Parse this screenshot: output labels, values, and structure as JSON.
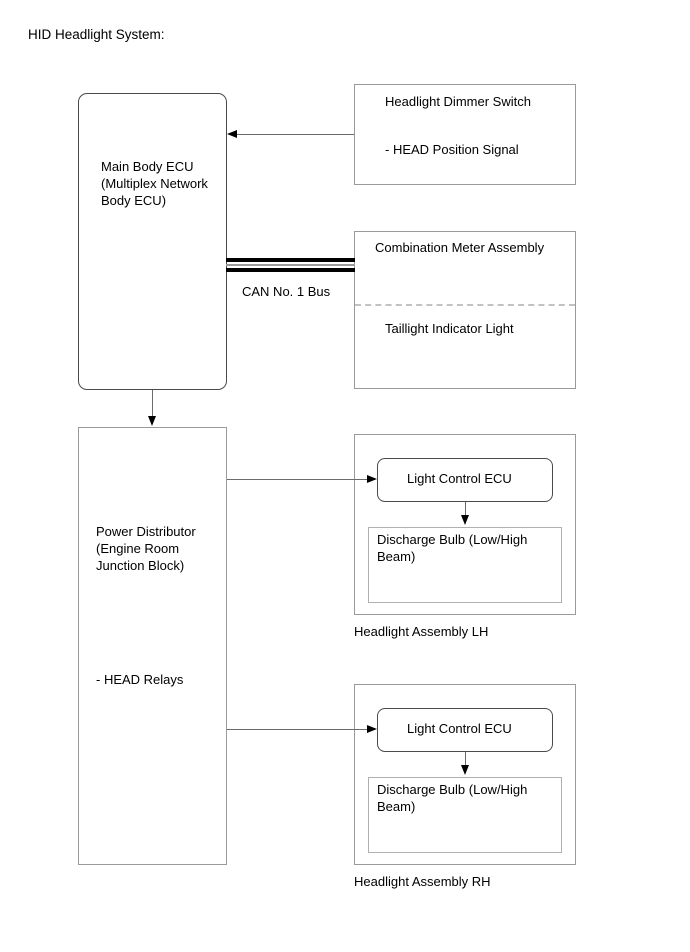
{
  "diagram": {
    "title": "HID Headlight System:",
    "type": "block-diagram"
  },
  "blocks": {
    "main_body_ecu": {
      "label": "Main Body ECU\n(Multiplex Network\nBody ECU)",
      "shape": "rounded-rectangle"
    },
    "headlight_dimmer_switch": {
      "title": "Headlight Dimmer Switch",
      "signal": "- HEAD Position Signal",
      "shape": "rectangle"
    },
    "combination_meter": {
      "title": "Combination Meter Assembly",
      "indicator": "Taillight Indicator Light",
      "shape": "rectangle"
    },
    "power_distributor": {
      "label": "Power Distributor\n(Engine Room\nJunction Block)",
      "relays": "- HEAD Relays",
      "shape": "rectangle"
    },
    "headlight_assembly_lh": {
      "caption": "Headlight Assembly LH",
      "light_control_ecu": "Light Control ECU",
      "discharge_bulb": "Discharge Bulb (Low/High\nBeam)"
    },
    "headlight_assembly_rh": {
      "caption": "Headlight Assembly RH",
      "light_control_ecu": "Light Control ECU",
      "discharge_bulb": "Discharge Bulb (Low/High\nBeam)"
    }
  },
  "connections": {
    "can_bus_label": "CAN No. 1 Bus"
  },
  "colors": {
    "background": "#ffffff",
    "text": "#000000",
    "box_border_gray": "#9a9a9a",
    "box_border_dark": "#4a4a4a",
    "line": "#6b6b6b",
    "arrow": "#000000",
    "bus_rail": "#000000",
    "bus_core": "#9a9a9a",
    "divider_dashed": "#c2c2c2"
  }
}
